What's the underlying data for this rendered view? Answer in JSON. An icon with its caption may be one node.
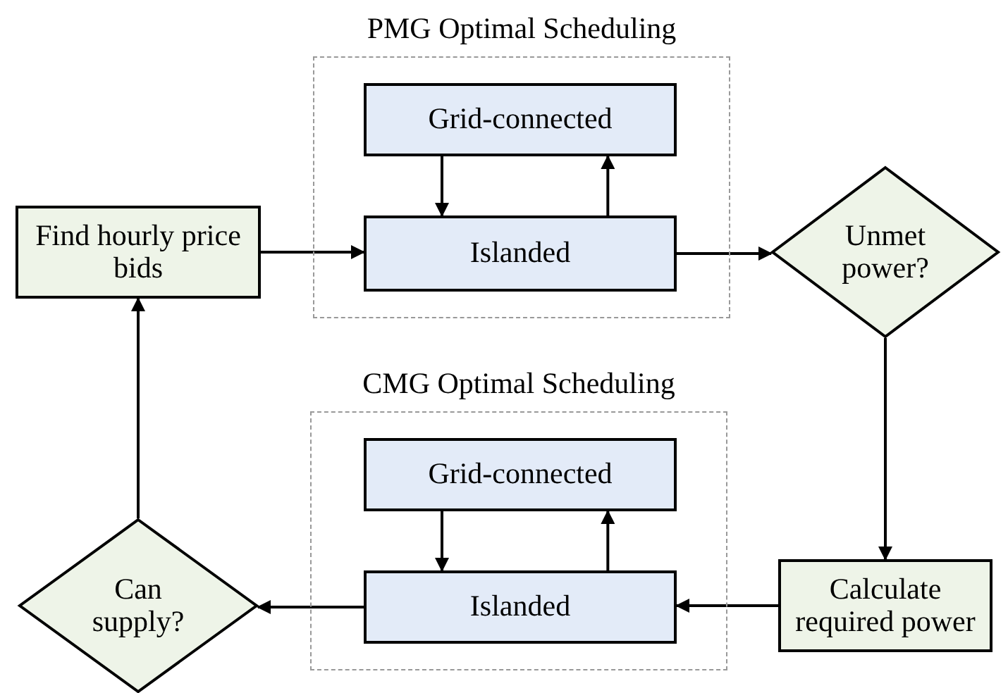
{
  "diagram": {
    "nodes": [
      {
        "text": [
          "Find hourly price bids"
        ]
      },
      {
        "text": [
          "PMG Optimal Scheduling"
        ]
      },
      {
        "text": [
          "Grid-connected"
        ],
        "in": 1
      },
      {
        "text": [
          "Islanded"
        ],
        "in": 1
      },
      {
        "text": [
          "Unmet power?"
        ]
      },
      {
        "text": [
          "CMG Optimal Scheduling"
        ]
      },
      {
        "text": [
          "Grid-connected"
        ],
        "in": 5
      },
      {
        "text": [
          "Islanded"
        ],
        "in": 5
      },
      {
        "text": [
          "Can supply?"
        ]
      },
      {
        "text": [
          "Calculate required power"
        ]
      }
    ],
    "edges": [
      {
        "from": 0,
        "to": 3,
        "arrow": "to"
      },
      {
        "from": 2,
        "to": 3,
        "arrow": "to"
      },
      {
        "from": 3,
        "to": 2,
        "arrow": "to"
      },
      {
        "from": 3,
        "to": 4,
        "arrow": "to"
      },
      {
        "from": 4,
        "to": 9,
        "arrow": "to"
      },
      {
        "from": 9,
        "to": 7,
        "arrow": "to"
      },
      {
        "from": 6,
        "to": 7,
        "arrow": "to"
      },
      {
        "from": 7,
        "to": 6,
        "arrow": "to"
      },
      {
        "from": 7,
        "to": 8,
        "arrow": "to"
      },
      {
        "from": 8,
        "to": 0,
        "arrow": "to"
      }
    ]
  }
}
